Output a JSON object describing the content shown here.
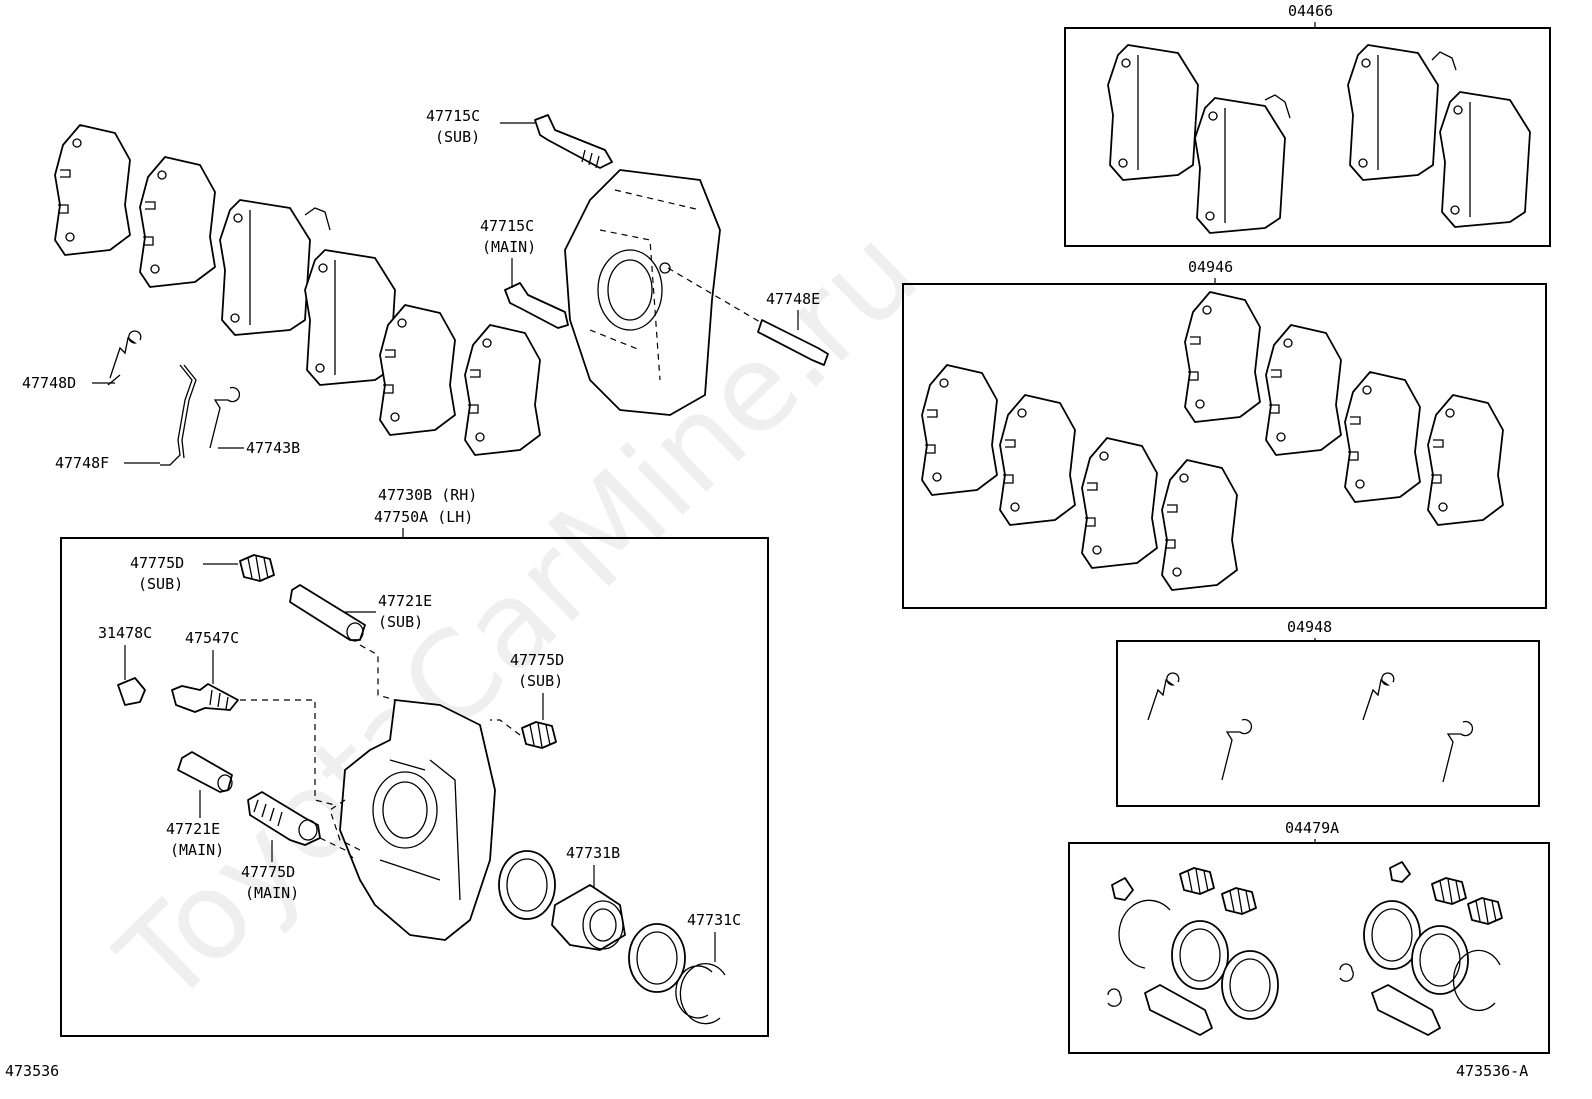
{
  "watermark": "ToyotaCarMine.ru",
  "diagram_id_left": "473536",
  "diagram_id_right": "473536-A",
  "labels": {
    "p47715C_sub": "47715C",
    "p47715C_sub_note": "(SUB)",
    "p47715C_main": "47715C",
    "p47715C_main_note": "(MAIN)",
    "p47748E": "47748E",
    "p47748D": "47748D",
    "p47748F": "47748F",
    "p47743B": "47743B",
    "p47730B": "47730B (RH)",
    "p47750A": "47750A (LH)",
    "p47775D_sub1": "47775D",
    "p47775D_sub1_note": "(SUB)",
    "p47721E_sub": "47721E",
    "p47721E_sub_note": "(SUB)",
    "p31478C": "31478C",
    "p47547C": "47547C",
    "p47775D_sub2": "47775D",
    "p47775D_sub2_note": "(SUB)",
    "p47721E_main": "47721E",
    "p47721E_main_note": "(MAIN)",
    "p47775D_main": "47775D",
    "p47775D_main_note": "(MAIN)",
    "p47731B": "47731B",
    "p47731C": "47731C",
    "k04466": "04466",
    "k04946": "04946",
    "k04948": "04948",
    "k04479A": "04479A"
  }
}
